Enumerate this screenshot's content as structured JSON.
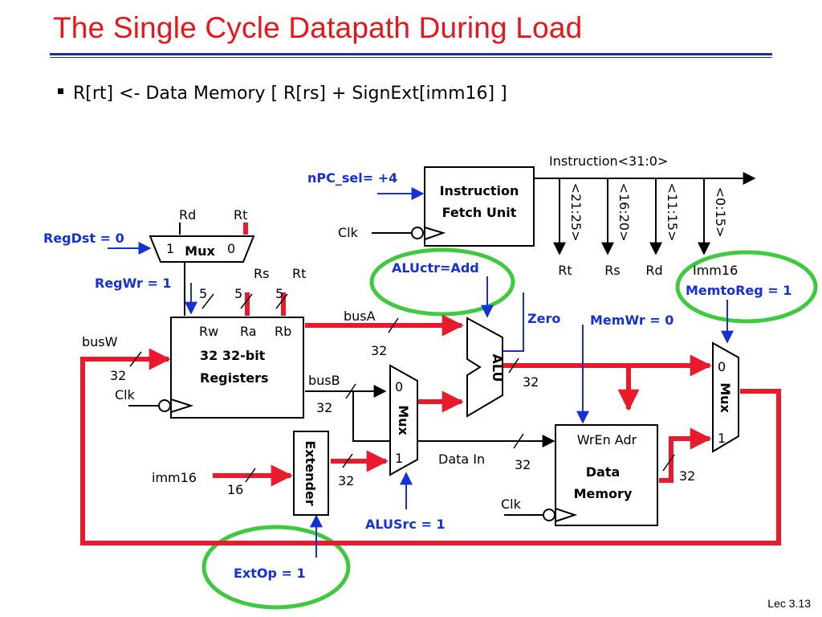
{
  "slide": {
    "title": "The Single Cycle Datapath During Load",
    "bullet": "R[rt]  <-  Data Memory [ R[rs] + SignExt[imm16] ]",
    "footer": "Lec 3.13"
  },
  "colors": {
    "title": "#e8151c",
    "rule": "#1f2f9c",
    "control": "#1531d6",
    "data_path": "#e81a2b",
    "highlight": "#3ec93e"
  },
  "blocks": {
    "ifu_line1": "Instruction",
    "ifu_line2": "Fetch Unit",
    "regfile_ports": [
      "Rw",
      "Ra",
      "Rb"
    ],
    "regfile_line1": "32 32-bit",
    "regfile_line2": "Registers",
    "alu": "ALU",
    "mux": "Mux",
    "extender": "Extender",
    "dmem_ports": "WrEn Adr",
    "dmem_line1": "Data",
    "dmem_line2": "Memory"
  },
  "signals": {
    "instruction": "Instruction<31:0>",
    "fields": [
      "<21:25>",
      "<16:20>",
      "<11:15>",
      "<0:15>"
    ],
    "field_names": [
      "Rt",
      "Rs",
      "Rd",
      "Imm16"
    ],
    "clk": "Clk",
    "rd": "Rd",
    "rt": "Rt",
    "rs": "Rs",
    "busA": "busA",
    "busB": "busB",
    "busW": "busW",
    "imm16": "imm16",
    "data_in": "Data In",
    "width5": "5",
    "width32": "32",
    "width16": "16",
    "mux_in0": "0",
    "mux_in1": "1"
  },
  "controls": {
    "npc_sel": "nPC_sel= +4",
    "regdst": "RegDst = 0",
    "regwr": "RegWr = 1",
    "aluctr": "ALUctr=Add",
    "zero": "Zero",
    "memwr": "MemWr = 0",
    "memtoreg": "MemtoReg = 1",
    "alusrc": "ALUSrc = 1",
    "extop": "ExtOp = 1"
  }
}
